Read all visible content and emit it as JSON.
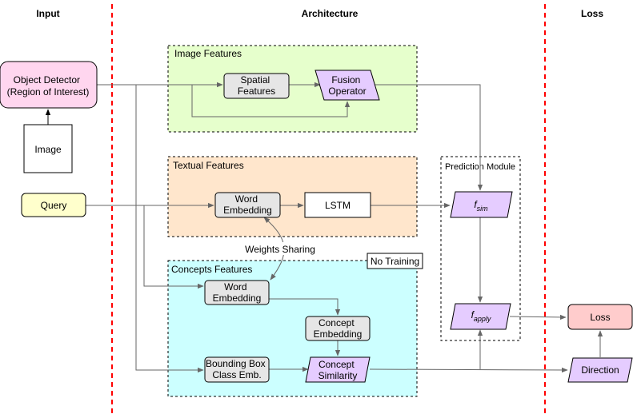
{
  "columns": {
    "input": "Input",
    "architecture": "Architecture",
    "loss": "Loss"
  },
  "groups": {
    "image_features": "Image Features",
    "textual_features": "Textual Features",
    "concepts_features": "Concepts Features",
    "prediction_module": "Prediction Module"
  },
  "nodes": {
    "object_detector": [
      "Object Detector",
      "(Region of Interest)"
    ],
    "image": "Image",
    "query": "Query",
    "spatial_features": [
      "Spatial",
      "Features"
    ],
    "fusion_operator": [
      "Fusion",
      "Operator"
    ],
    "word_embedding_text": [
      "Word",
      "Embedding"
    ],
    "lstm": "LSTM",
    "word_embedding_concepts": [
      "Word",
      "Embedding"
    ],
    "concept_embedding": [
      "Concept",
      "Embedding"
    ],
    "bounding_box": [
      "Bounding Box",
      "Class Emb."
    ],
    "concept_similarity": [
      "Concept",
      "Similarity"
    ],
    "f_sim": {
      "base": "f",
      "sub": "sim"
    },
    "f_apply": {
      "base": "f",
      "sub": "apply"
    },
    "loss": "Loss",
    "direction": "Direction"
  },
  "labels": {
    "weights_sharing": "Weights Sharing",
    "no_training": "No Training"
  },
  "colors": {
    "pink": "#ffd6ef",
    "yellow": "#ffffcc",
    "green": "#e6ffcc",
    "orange": "#ffe6cc",
    "cyan": "#ccffff",
    "purple": "#e5ccff",
    "grey": "#e6e6e6",
    "loss_red": "#ffcccc",
    "divider": "#ff0000",
    "edge": "#666666"
  }
}
